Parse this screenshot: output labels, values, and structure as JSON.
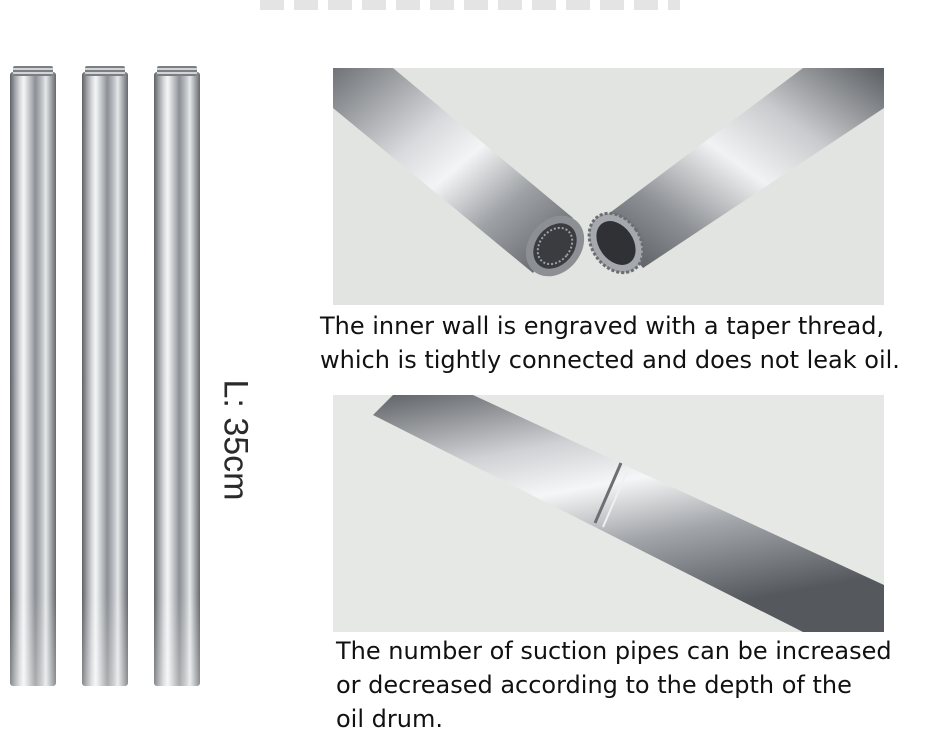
{
  "length_label": "L: 35cm",
  "caption_top": {
    "line1": "The inner wall is engraved with a taper thread,",
    "line2": "which is tightly connected and does not leak oil."
  },
  "caption_bottom": {
    "line1": "The number of suction pipes can be increased",
    "line2": "or decreased according to the depth of the",
    "line3": "oil drum."
  },
  "colors": {
    "background": "#ffffff",
    "photo_background": "#e2e4e1",
    "text": "#111111"
  }
}
